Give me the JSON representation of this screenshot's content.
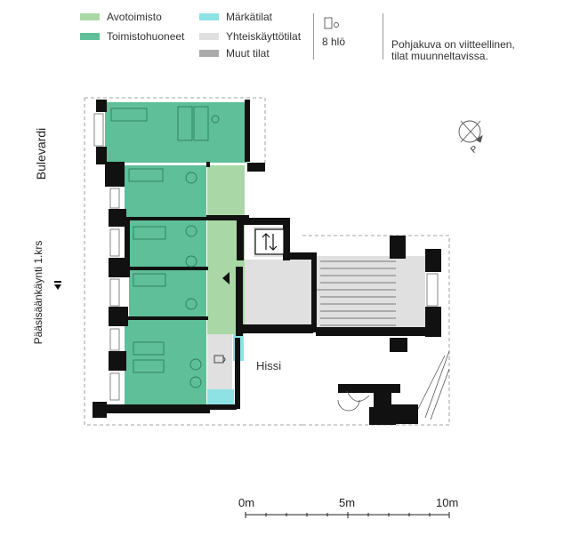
{
  "legend": {
    "items": [
      {
        "label": "Avotoimisto",
        "color": "#a9d8a6"
      },
      {
        "label": "Toimistohuoneet",
        "color": "#5fbf98"
      },
      {
        "label": "Märkätilat",
        "color": "#8ee2e4"
      },
      {
        "label": "Yhteiskäyttötilat",
        "color": "#e0e0e0"
      },
      {
        "label": "Muut tilat",
        "color": "#aaaaaa"
      }
    ],
    "capacity": "8 hlö",
    "note_line1": "Pohjakuva on viitteellinen,",
    "note_line2": "tilat muunneltavissa."
  },
  "plan": {
    "street": "Bulevardi",
    "entrance": "Pääsisäänkäynti 1.krs",
    "elevator": "Hissi",
    "compass_label": "P"
  },
  "scale": {
    "labels": [
      "0m",
      "5m",
      "10m"
    ]
  }
}
